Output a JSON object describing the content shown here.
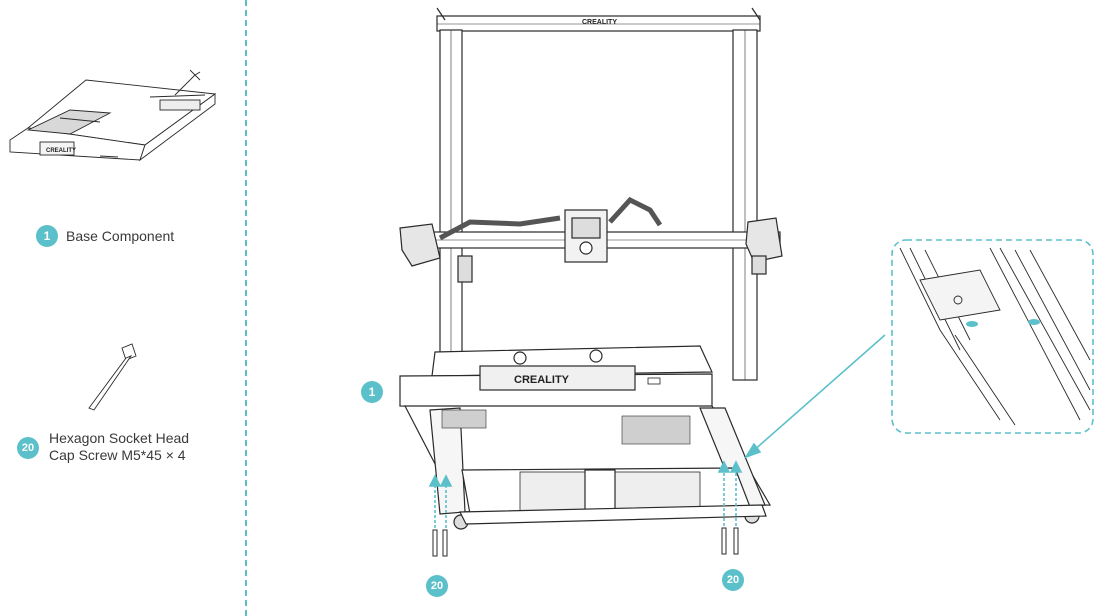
{
  "parts": [
    {
      "number": "1",
      "name": "Base Component"
    },
    {
      "number": "20",
      "name_line1": "Hexagon Socket Head",
      "name_line2": "Cap Screw M5*45 × 4"
    }
  ],
  "brand": "CREALITY",
  "callouts": {
    "base": "1",
    "screws_left": "20",
    "screws_right": "20"
  },
  "colors": {
    "accent": "#5bc0ca",
    "line": "#2a2a2a",
    "divider": "#5bbfc8"
  }
}
